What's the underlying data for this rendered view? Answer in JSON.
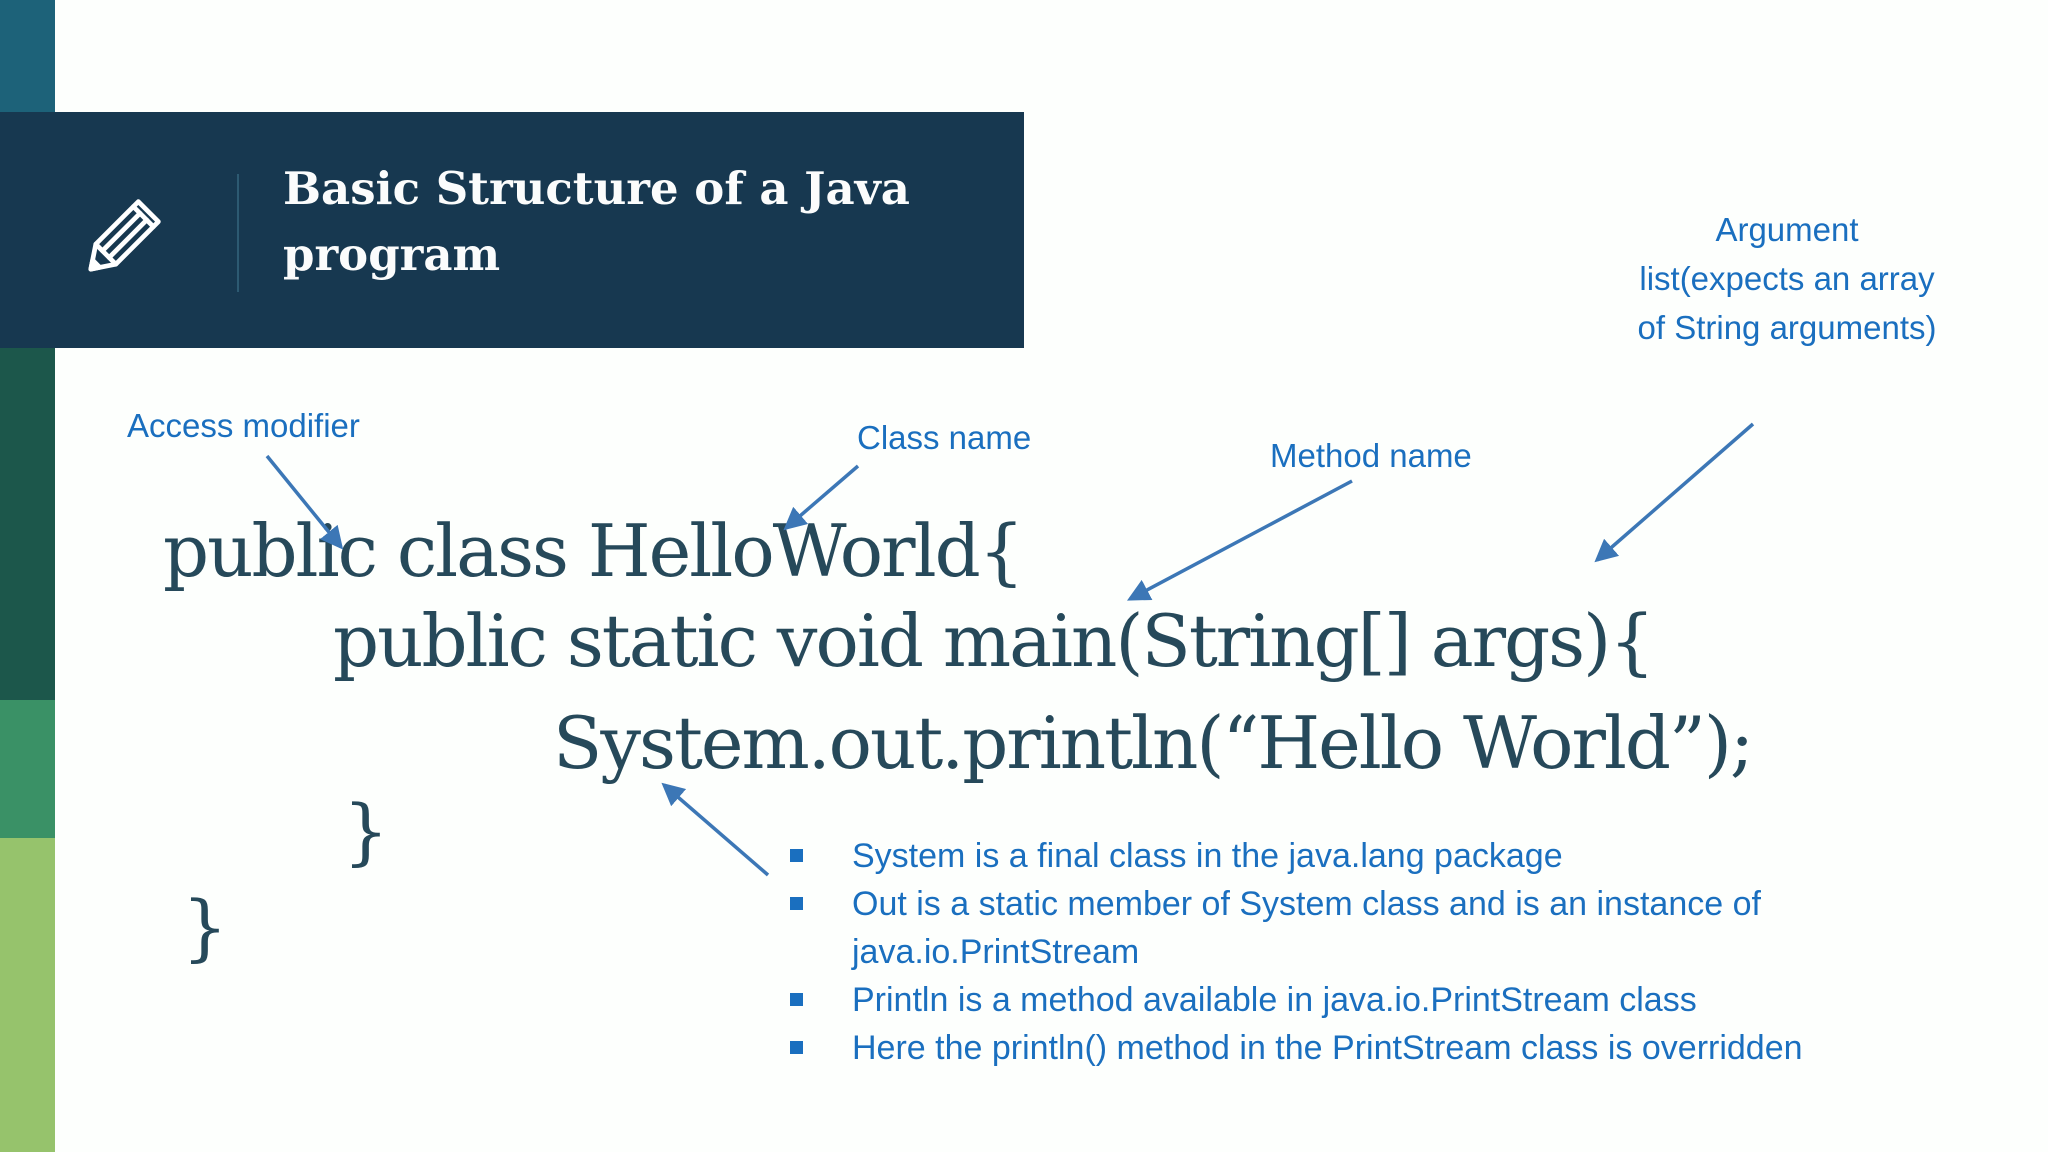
{
  "slide": {
    "background": "#fdfffd",
    "accent_blue": "#1a6fbf",
    "arrow_blue": "#3c77b6",
    "code_color": "#26495a",
    "header_bg": "#173850",
    "stripe_colors": [
      "#1d6279",
      "#173850",
      "#1c574b",
      "#3a9166",
      "#96c36c"
    ]
  },
  "header": {
    "title": "Basic Structure of a Java program",
    "title_lines": [
      "Basic Structure of a Java",
      "program"
    ],
    "icon": "pencil-icon"
  },
  "labels": {
    "access_modifier": "Access modifier",
    "class_name": "Class name",
    "method_name": "Method name",
    "argument_list": "Argument list(expects an array of String arguments)"
  },
  "code": {
    "line1": "public class HelloWorld{",
    "line2": "public static void main(String[] args){",
    "line3": "System.out.println(“Hello World”);",
    "line4": "}",
    "line5": "}"
  },
  "bullets": {
    "items": [
      "System is a final class in the java.lang package",
      "Out is a static member of System class and is an instance of java.io.PrintStream",
      "Println is a method available in java.io.PrintStream class",
      "Here the println() method in the PrintStream class is overridden"
    ]
  }
}
